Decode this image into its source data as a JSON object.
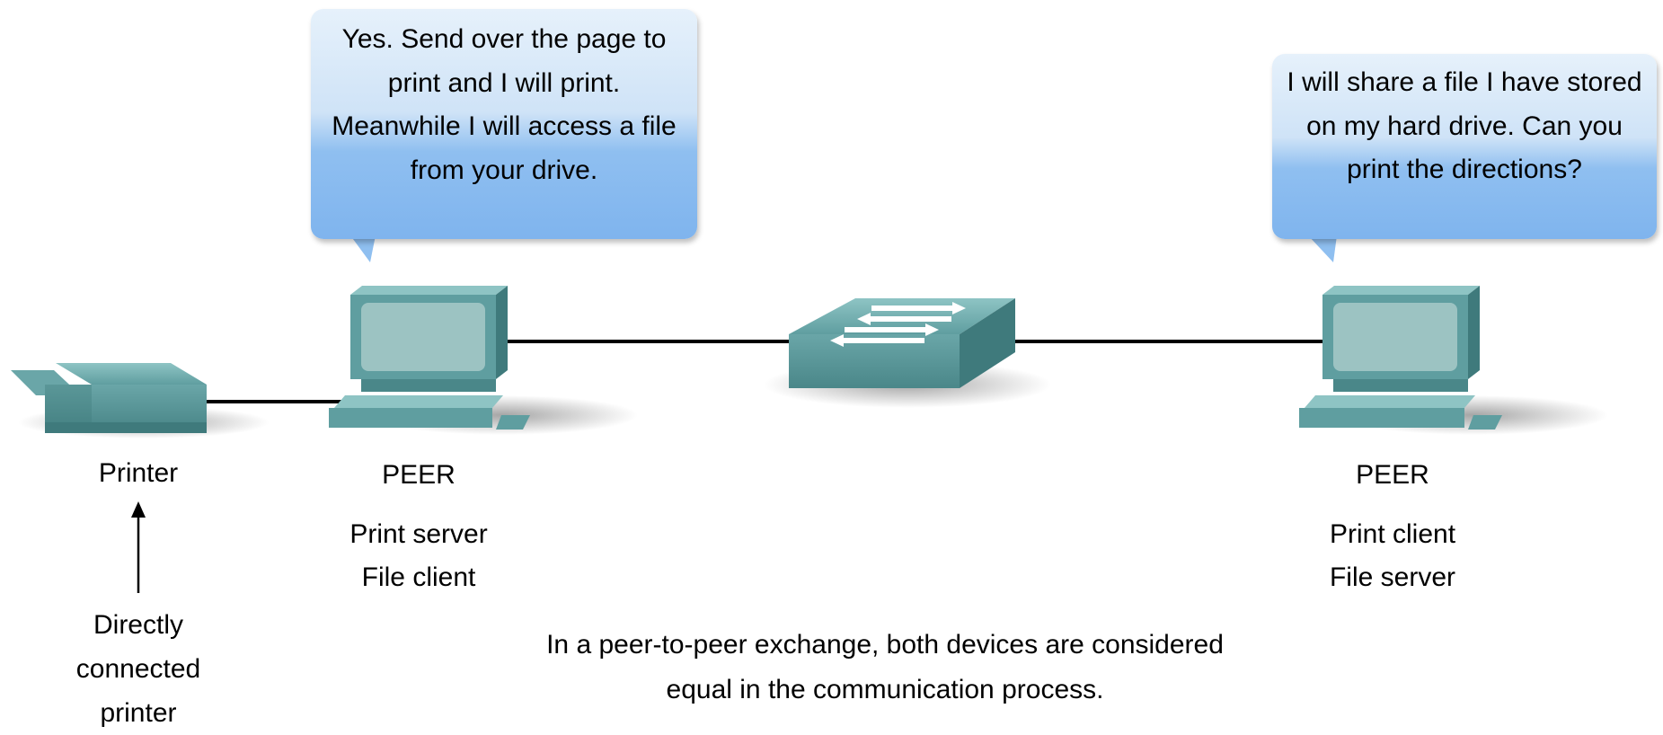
{
  "bubbles": {
    "left": "Yes. Send over the page to print and I will print. Meanwhile I will access a file from your drive.",
    "right": "I will share a file I have stored on my hard drive. Can you print the directions?"
  },
  "labels": {
    "printer": "Printer",
    "printer_note": "Directly\nconnected\nprinter",
    "peer_left": "PEER",
    "peer_left_roles": "Print server\nFile client",
    "peer_right": "PEER",
    "peer_right_roles": "Print client\nFile server"
  },
  "caption": "In a peer-to-peer exchange, both devices are considered\nequal in the communication process.",
  "colors": {
    "device_teal": "#5f9ea0",
    "device_dark": "#3f7a7c",
    "screen": "#9cc3c2",
    "bubble_top": "#e6f1fb",
    "bubble_bottom": "#7fb4ee",
    "link": "#000000"
  }
}
